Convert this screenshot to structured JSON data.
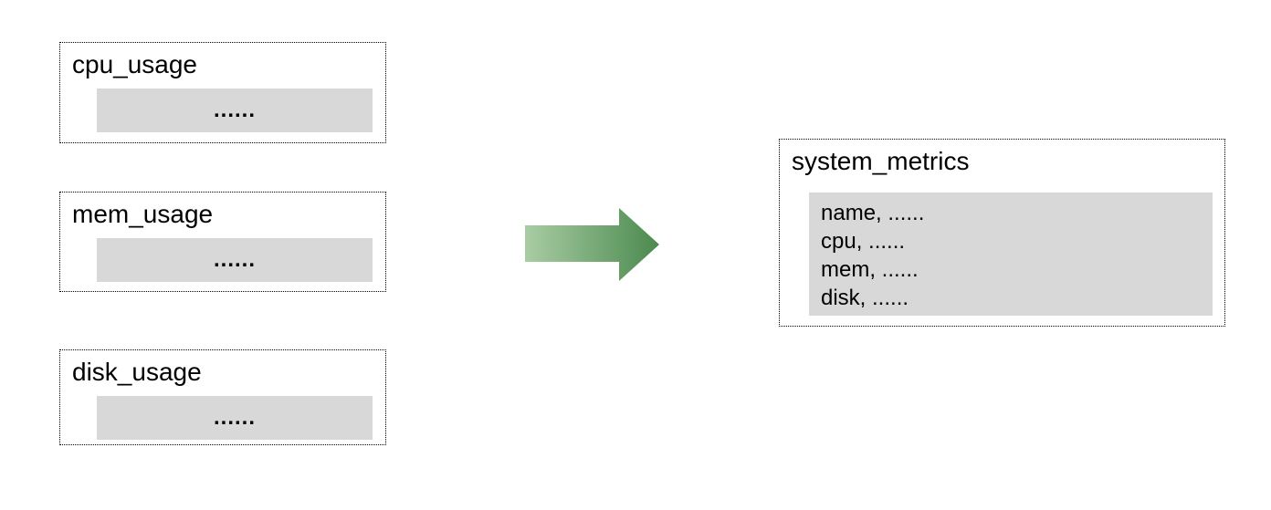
{
  "colors": {
    "background": "#ffffff",
    "box_border": "#000000",
    "panel_fill": "#d8d8d8",
    "arrow_gradient_start": "#a9cca4",
    "arrow_gradient_end": "#4b8a4e"
  },
  "source_tables": [
    {
      "title": "cpu_usage",
      "body": "......"
    },
    {
      "title": "mem_usage",
      "body": "......"
    },
    {
      "title": "disk_usage",
      "body": "......"
    }
  ],
  "arrow": {
    "icon": "right-arrow"
  },
  "target_table": {
    "title": "system_metrics",
    "rows": [
      "name, ......",
      "cpu, ......",
      "mem, ......",
      "disk, ......"
    ]
  }
}
